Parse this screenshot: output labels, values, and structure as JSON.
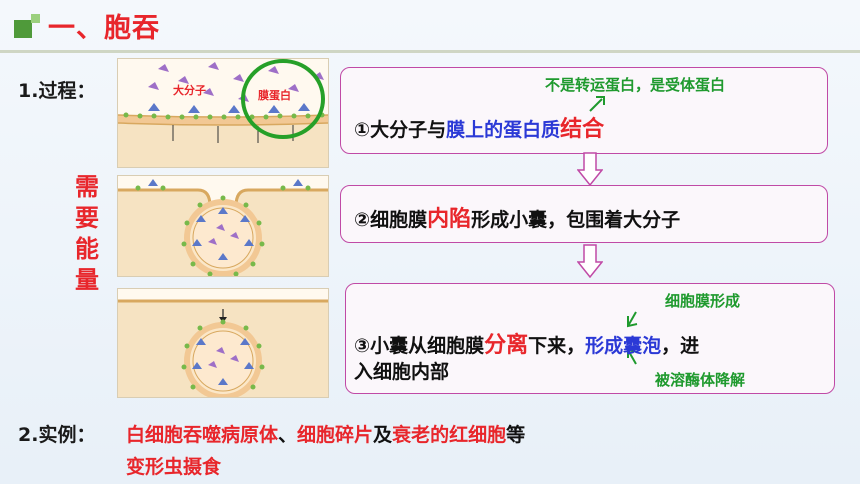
{
  "title": "一、胞吞",
  "labels": {
    "process": "1.过程：",
    "examples": "2.实例：",
    "energy_chars": [
      "需",
      "要",
      "能",
      "量"
    ]
  },
  "diagram": {
    "big_molecule": "大分子",
    "membrane_protein": "膜蛋白"
  },
  "step1": {
    "note": "不是转运蛋白，是受体蛋白",
    "prefix": "①大分子与",
    "blue": "膜上的蛋白质",
    "red": "结合"
  },
  "step2": {
    "prefix": "②细胞膜",
    "red": "内陷",
    "suffix": "形成小囊，包围着大分子"
  },
  "step3": {
    "note_top": "细胞膜形成",
    "note_bottom": "被溶酶体降解",
    "prefix": "③小囊从细胞膜",
    "red": "分离",
    "mid": "下来，",
    "blue": "形成囊泡",
    "suffix": "，进",
    "line2": "入细胞内部"
  },
  "examples": {
    "part1": "白细胞吞噬病原体",
    "sep1": "、",
    "part2": "细胞碎片",
    "sep2": "及",
    "part3": "衰老的红细胞",
    "sep3": "等",
    "line2": "变形虫摄食"
  },
  "colors": {
    "title_red": "#e8262b",
    "box_border": "#c04aa6",
    "note_green": "#1f9a2e",
    "highlight_blue": "#2b39d6"
  }
}
